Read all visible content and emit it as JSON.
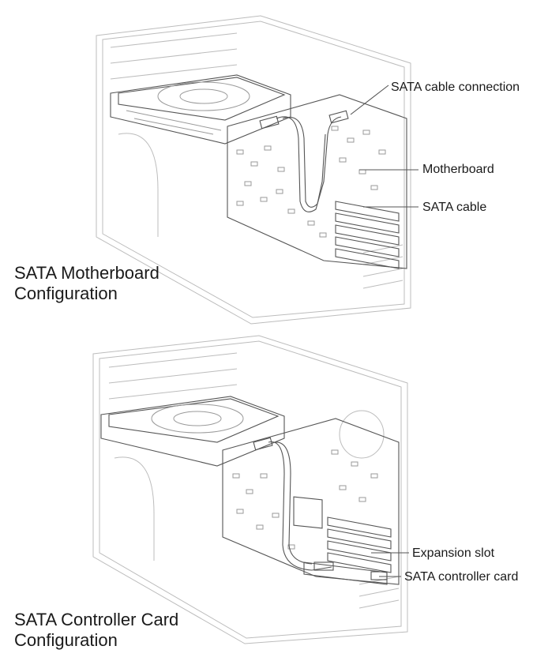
{
  "top_figure": {
    "callouts": {
      "sata_cable_connection": "SATA cable connection",
      "motherboard": "Motherboard",
      "sata_cable": "SATA cable"
    },
    "caption": [
      "SATA Motherboard",
      "Configuration"
    ]
  },
  "bottom_figure": {
    "callouts": {
      "expansion_slot": "Expansion slot",
      "sata_controller_card": "SATA controller card"
    },
    "caption": [
      "SATA Controller Card",
      "Configuration"
    ]
  }
}
